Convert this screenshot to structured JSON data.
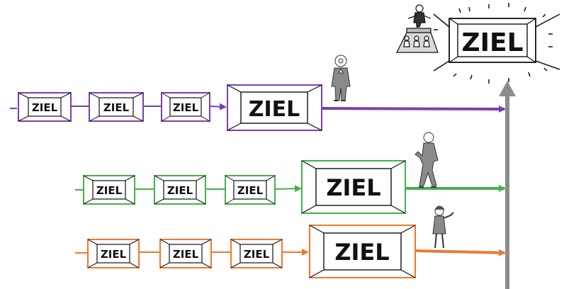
{
  "goal_label": "ZIEL",
  "colors": {
    "purple": "#7a3fb0",
    "green": "#45b04c",
    "orange": "#ec7a2f",
    "axis": "#8c8c8c",
    "ink": "#111111",
    "frame_fill": "#ffffff"
  },
  "rows": [
    {
      "color": "purple",
      "small_goals": [
        "ZIEL",
        "ZIEL",
        "ZIEL"
      ],
      "big_goal": "ZIEL",
      "figure": "man-standing-icon"
    },
    {
      "color": "green",
      "small_goals": [
        "ZIEL",
        "ZIEL",
        "ZIEL"
      ],
      "big_goal": "ZIEL",
      "figure": "man-leaning-icon"
    },
    {
      "color": "orange",
      "small_goals": [
        "ZIEL",
        "ZIEL",
        "ZIEL"
      ],
      "big_goal": "ZIEL",
      "figure": "woman-waving-icon"
    }
  ],
  "final_goal": {
    "label": "ZIEL",
    "icon": "leader-on-podium-icon"
  }
}
